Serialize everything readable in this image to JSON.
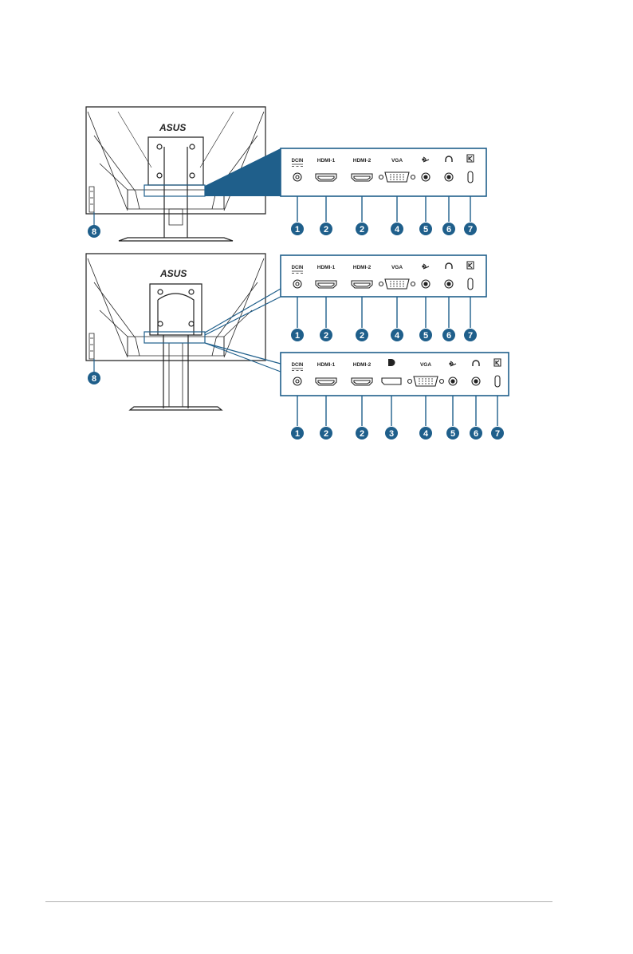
{
  "figure": {
    "brand_logo": "ASUS",
    "colors": {
      "accent": "#1f5f8b",
      "line": "#222222"
    },
    "views": [
      {
        "callout_number": "8",
        "panels": [
          {
            "ports": [
              {
                "label": "DCIN",
                "icon": "dc-in-icon",
                "number": "1"
              },
              {
                "label": "HDMI-1",
                "icon": "hdmi-port-icon",
                "number": "2"
              },
              {
                "label": "HDMI-2",
                "icon": "hdmi-port-icon",
                "number": "2"
              },
              {
                "label": "VGA",
                "icon": "vga-port-icon",
                "number": "4"
              },
              {
                "label": "",
                "icon": "audio-in-icon",
                "number": "5"
              },
              {
                "label": "",
                "icon": "headphone-icon",
                "number": "6"
              },
              {
                "label": "",
                "icon": "kensington-lock-icon",
                "number": "7"
              }
            ]
          }
        ]
      },
      {
        "callout_number": "8",
        "panels": [
          {
            "ports": [
              {
                "label": "DCIN",
                "icon": "dc-in-icon",
                "number": "1"
              },
              {
                "label": "HDMI-1",
                "icon": "hdmi-port-icon",
                "number": "2"
              },
              {
                "label": "HDMI-2",
                "icon": "hdmi-port-icon",
                "number": "2"
              },
              {
                "label": "VGA",
                "icon": "vga-port-icon",
                "number": "4"
              },
              {
                "label": "",
                "icon": "audio-in-icon",
                "number": "5"
              },
              {
                "label": "",
                "icon": "headphone-icon",
                "number": "6"
              },
              {
                "label": "",
                "icon": "kensington-lock-icon",
                "number": "7"
              }
            ]
          },
          {
            "ports": [
              {
                "label": "DCIN",
                "icon": "dc-in-icon",
                "number": "1"
              },
              {
                "label": "HDMI-1",
                "icon": "hdmi-port-icon",
                "number": "2"
              },
              {
                "label": "HDMI-2",
                "icon": "hdmi-port-icon",
                "number": "2"
              },
              {
                "label": "",
                "icon": "displayport-icon",
                "number": "3"
              },
              {
                "label": "VGA",
                "icon": "vga-port-icon",
                "number": "4"
              },
              {
                "label": "",
                "icon": "audio-in-icon",
                "number": "5"
              },
              {
                "label": "",
                "icon": "headphone-icon",
                "number": "6"
              },
              {
                "label": "",
                "icon": "kensington-lock-icon",
                "number": "7"
              }
            ]
          }
        ]
      }
    ]
  }
}
